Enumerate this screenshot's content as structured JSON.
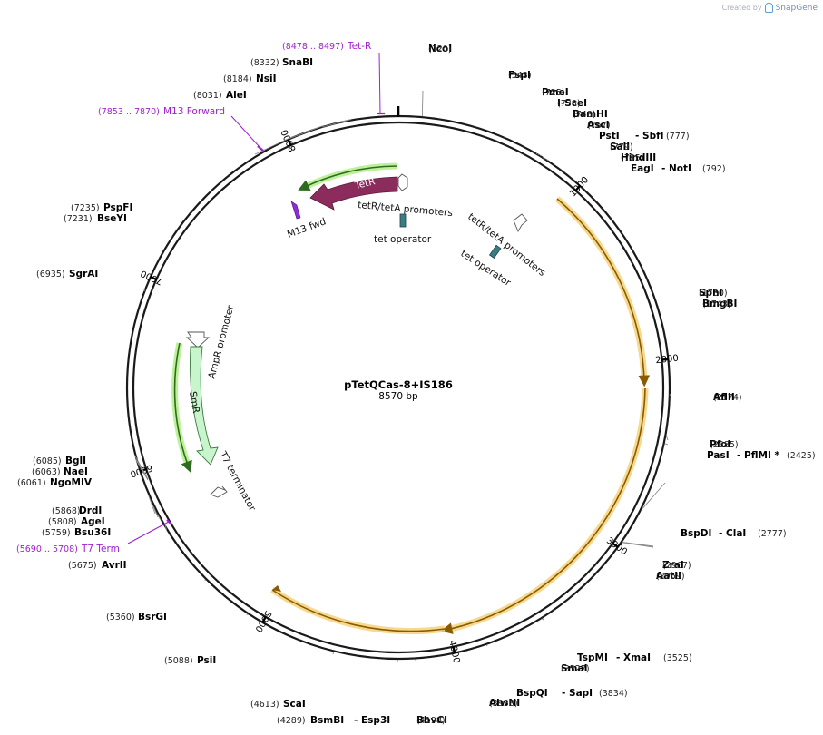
{
  "credit": {
    "created_by": "Created by",
    "brand": "SnapGene"
  },
  "plasmid": {
    "name": "pTetQCas-8+IS186",
    "length_label": "8570 bp",
    "length": 8570
  },
  "ticks": [
    {
      "pos": 1000,
      "label": "1000"
    },
    {
      "pos": 2000,
      "label": "2000"
    },
    {
      "pos": 3000,
      "label": "3000"
    },
    {
      "pos": 4000,
      "label": "4000"
    },
    {
      "pos": 5000,
      "label": "5000"
    },
    {
      "pos": 6000,
      "label": "6000"
    },
    {
      "pos": 7000,
      "label": "7000"
    },
    {
      "pos": 8000,
      "label": "8000"
    }
  ],
  "enzymes": [
    {
      "pos": 120,
      "parts": [
        {
          "t": "NcoI",
          "k": "n"
        },
        {
          "t": "(120)",
          "k": "p"
        }
      ]
    },
    {
      "pos": 543,
      "parts": [
        {
          "t": "FspI",
          "k": "n"
        },
        {
          "t": "(543)",
          "k": "p"
        }
      ]
    },
    {
      "pos": 725,
      "parts": [
        {
          "t": "PmeI",
          "k": "n"
        },
        {
          "t": "(725)",
          "k": "p"
        }
      ]
    },
    {
      "pos": 738,
      "parts": [
        {
          "t": "I-SceI",
          "k": "n"
        },
        {
          "t": "(738)",
          "k": "p"
        }
      ]
    },
    {
      "pos": 748,
      "parts": [
        {
          "t": "BamHI",
          "k": "n"
        },
        {
          "t": "(748)",
          "k": "p"
        }
      ]
    },
    {
      "pos": 767,
      "parts": [
        {
          "t": "AscI",
          "k": "n"
        },
        {
          "t": "(767)",
          "k": "p"
        }
      ]
    },
    {
      "pos": 777,
      "parts": [
        {
          "t": "PstI",
          "k": "n"
        },
        {
          "t": "- SbfI",
          "k": "n"
        },
        {
          "t": "(777)",
          "k": "p"
        }
      ]
    },
    {
      "pos": 779,
      "parts": [
        {
          "t": "SalI",
          "k": "n"
        },
        {
          "t": "(779)",
          "k": "p"
        }
      ]
    },
    {
      "pos": 785,
      "parts": [
        {
          "t": "HindIII",
          "k": "n"
        },
        {
          "t": "(785)",
          "k": "p"
        }
      ]
    },
    {
      "pos": 792,
      "parts": [
        {
          "t": "EagI",
          "k": "n"
        },
        {
          "t": "- NotI",
          "k": "n"
        },
        {
          "t": "(792)",
          "k": "p"
        }
      ]
    },
    {
      "pos": 1730,
      "parts": [
        {
          "t": "SphI",
          "k": "n"
        },
        {
          "t": "(1730)",
          "k": "p"
        }
      ]
    },
    {
      "pos": 1743,
      "parts": [
        {
          "t": "BmgBI",
          "k": "n"
        },
        {
          "t": "(1743)",
          "k": "p"
        }
      ]
    },
    {
      "pos": 2174,
      "parts": [
        {
          "t": "AflII",
          "k": "n"
        },
        {
          "t": "(2174)",
          "k": "p"
        }
      ]
    },
    {
      "pos": 2385,
      "parts": [
        {
          "t": "PfoI",
          "k": "n"
        },
        {
          "t": "(2385)",
          "k": "p"
        }
      ]
    },
    {
      "pos": 2425,
      "parts": [
        {
          "t": "PasI",
          "k": "n"
        },
        {
          "t": "- PflMI *",
          "k": "n"
        },
        {
          "t": "(2425)",
          "k": "p"
        }
      ]
    },
    {
      "pos": 2777,
      "parts": [
        {
          "t": "BspDI",
          "k": "n"
        },
        {
          "t": "- ClaI",
          "k": "n"
        },
        {
          "t": "(2777)",
          "k": "p"
        }
      ]
    },
    {
      "pos": 2967,
      "parts": [
        {
          "t": "ZraI",
          "k": "n"
        },
        {
          "t": "(2967)",
          "k": "p"
        }
      ]
    },
    {
      "pos": 2969,
      "parts": [
        {
          "t": "AatII",
          "k": "n"
        },
        {
          "t": "(2969)",
          "k": "p"
        }
      ]
    },
    {
      "pos": 3525,
      "parts": [
        {
          "t": "TspMI",
          "k": "n"
        },
        {
          "t": "- XmaI",
          "k": "n"
        },
        {
          "t": "(3525)",
          "k": "p"
        }
      ]
    },
    {
      "pos": 3527,
      "parts": [
        {
          "t": "SmaI",
          "k": "n"
        },
        {
          "t": "(3527)",
          "k": "p"
        }
      ]
    },
    {
      "pos": 3834,
      "parts": [
        {
          "t": "BspQI",
          "k": "n"
        },
        {
          "t": "- SapI",
          "k": "n"
        },
        {
          "t": "(3834)",
          "k": "p"
        }
      ]
    },
    {
      "pos": 3938,
      "parts": [
        {
          "t": "AlwNI",
          "k": "n"
        },
        {
          "t": "(3938)",
          "k": "p"
        }
      ]
    },
    {
      "pos": 4198,
      "parts": [
        {
          "t": "BbvCI",
          "k": "n"
        },
        {
          "t": "(4198)",
          "k": "p"
        }
      ]
    },
    {
      "pos": 4289,
      "parts": [
        {
          "t": "(4289)",
          "k": "p"
        },
        {
          "t": "BsmBI",
          "k": "n"
        },
        {
          "t": "- Esp3I",
          "k": "n"
        }
      ]
    },
    {
      "pos": 4613,
      "parts": [
        {
          "t": "(4613)",
          "k": "p"
        },
        {
          "t": "ScaI",
          "k": "n"
        }
      ]
    },
    {
      "pos": 5088,
      "parts": [
        {
          "t": "(5088)",
          "k": "p"
        },
        {
          "t": "PsiI",
          "k": "n"
        }
      ]
    },
    {
      "pos": 5360,
      "parts": [
        {
          "t": "(5360)",
          "k": "p"
        },
        {
          "t": "BsrGI",
          "k": "n"
        }
      ]
    },
    {
      "pos": 5675,
      "parts": [
        {
          "t": "(5675)",
          "k": "p"
        },
        {
          "t": "AvrII",
          "k": "n"
        }
      ]
    },
    {
      "pos": 5759,
      "parts": [
        {
          "t": "(5759)",
          "k": "p"
        },
        {
          "t": "Bsu36I",
          "k": "n"
        }
      ]
    },
    {
      "pos": 5808,
      "parts": [
        {
          "t": "(5808)",
          "k": "p"
        },
        {
          "t": "AgeI",
          "k": "n"
        }
      ]
    },
    {
      "pos": 5868,
      "parts": [
        {
          "t": "(5868)",
          "k": "p"
        },
        {
          "t": "DrdI",
          "k": "n"
        }
      ]
    },
    {
      "pos": 6061,
      "parts": [
        {
          "t": "(6061)",
          "k": "p"
        },
        {
          "t": "NgoMIV",
          "k": "n"
        }
      ]
    },
    {
      "pos": 6063,
      "parts": [
        {
          "t": "(6063)",
          "k": "p"
        },
        {
          "t": "NaeI",
          "k": "n"
        }
      ]
    },
    {
      "pos": 6085,
      "parts": [
        {
          "t": "(6085)",
          "k": "p"
        },
        {
          "t": "BglI",
          "k": "n"
        }
      ]
    },
    {
      "pos": 6935,
      "parts": [
        {
          "t": "(6935)",
          "k": "p"
        },
        {
          "t": "SgrAI",
          "k": "n"
        }
      ]
    },
    {
      "pos": 7231,
      "parts": [
        {
          "t": "(7231)",
          "k": "p"
        },
        {
          "t": "BseYI",
          "k": "n"
        }
      ]
    },
    {
      "pos": 7235,
      "parts": [
        {
          "t": "(7235)",
          "k": "p"
        },
        {
          "t": "PspFI",
          "k": "n"
        }
      ]
    },
    {
      "pos": 8031,
      "parts": [
        {
          "t": "(8031)",
          "k": "p"
        },
        {
          "t": "AleI",
          "k": "n"
        }
      ]
    },
    {
      "pos": 8184,
      "parts": [
        {
          "t": "(8184)",
          "k": "p"
        },
        {
          "t": "NsiI",
          "k": "n"
        }
      ]
    },
    {
      "pos": 8332,
      "parts": [
        {
          "t": "(8332)",
          "k": "p"
        },
        {
          "t": "SnaBI",
          "k": "n"
        }
      ]
    }
  ],
  "primers": [
    {
      "range": "(8478 .. 8497)",
      "name": "Tet-R",
      "start": 8478,
      "end": 8497
    },
    {
      "range": "(7853 .. 7870)",
      "name": "M13 Forward",
      "start": 7853,
      "end": 7870
    },
    {
      "range": "(5690 .. 5708)",
      "name": "T7 Term",
      "start": 5690,
      "end": 5708
    }
  ],
  "features": [
    {
      "name": "TetR",
      "color": "#8b2c5c"
    },
    {
      "name": "M13 fwd",
      "color": "#8c2dd6"
    },
    {
      "name": "tetR/tetA promoters"
    },
    {
      "name": "tet operator",
      "color": "#3c7d85"
    },
    {
      "name": "tetR/tetA promoters"
    },
    {
      "name": "tet operator",
      "color": "#3c7d85"
    },
    {
      "name": "SmR",
      "color": "#c8f5cc"
    },
    {
      "name": "AmpR promoter"
    },
    {
      "name": "T7 terminator"
    }
  ],
  "colors": {
    "backbone": "#1a1a1a",
    "insert_highlight": "#f5d27a",
    "insert_line": "#8a5a00",
    "green_highlight": "#b5ef8e",
    "green_line": "#2e6b1f",
    "primer": "#a020d0"
  }
}
